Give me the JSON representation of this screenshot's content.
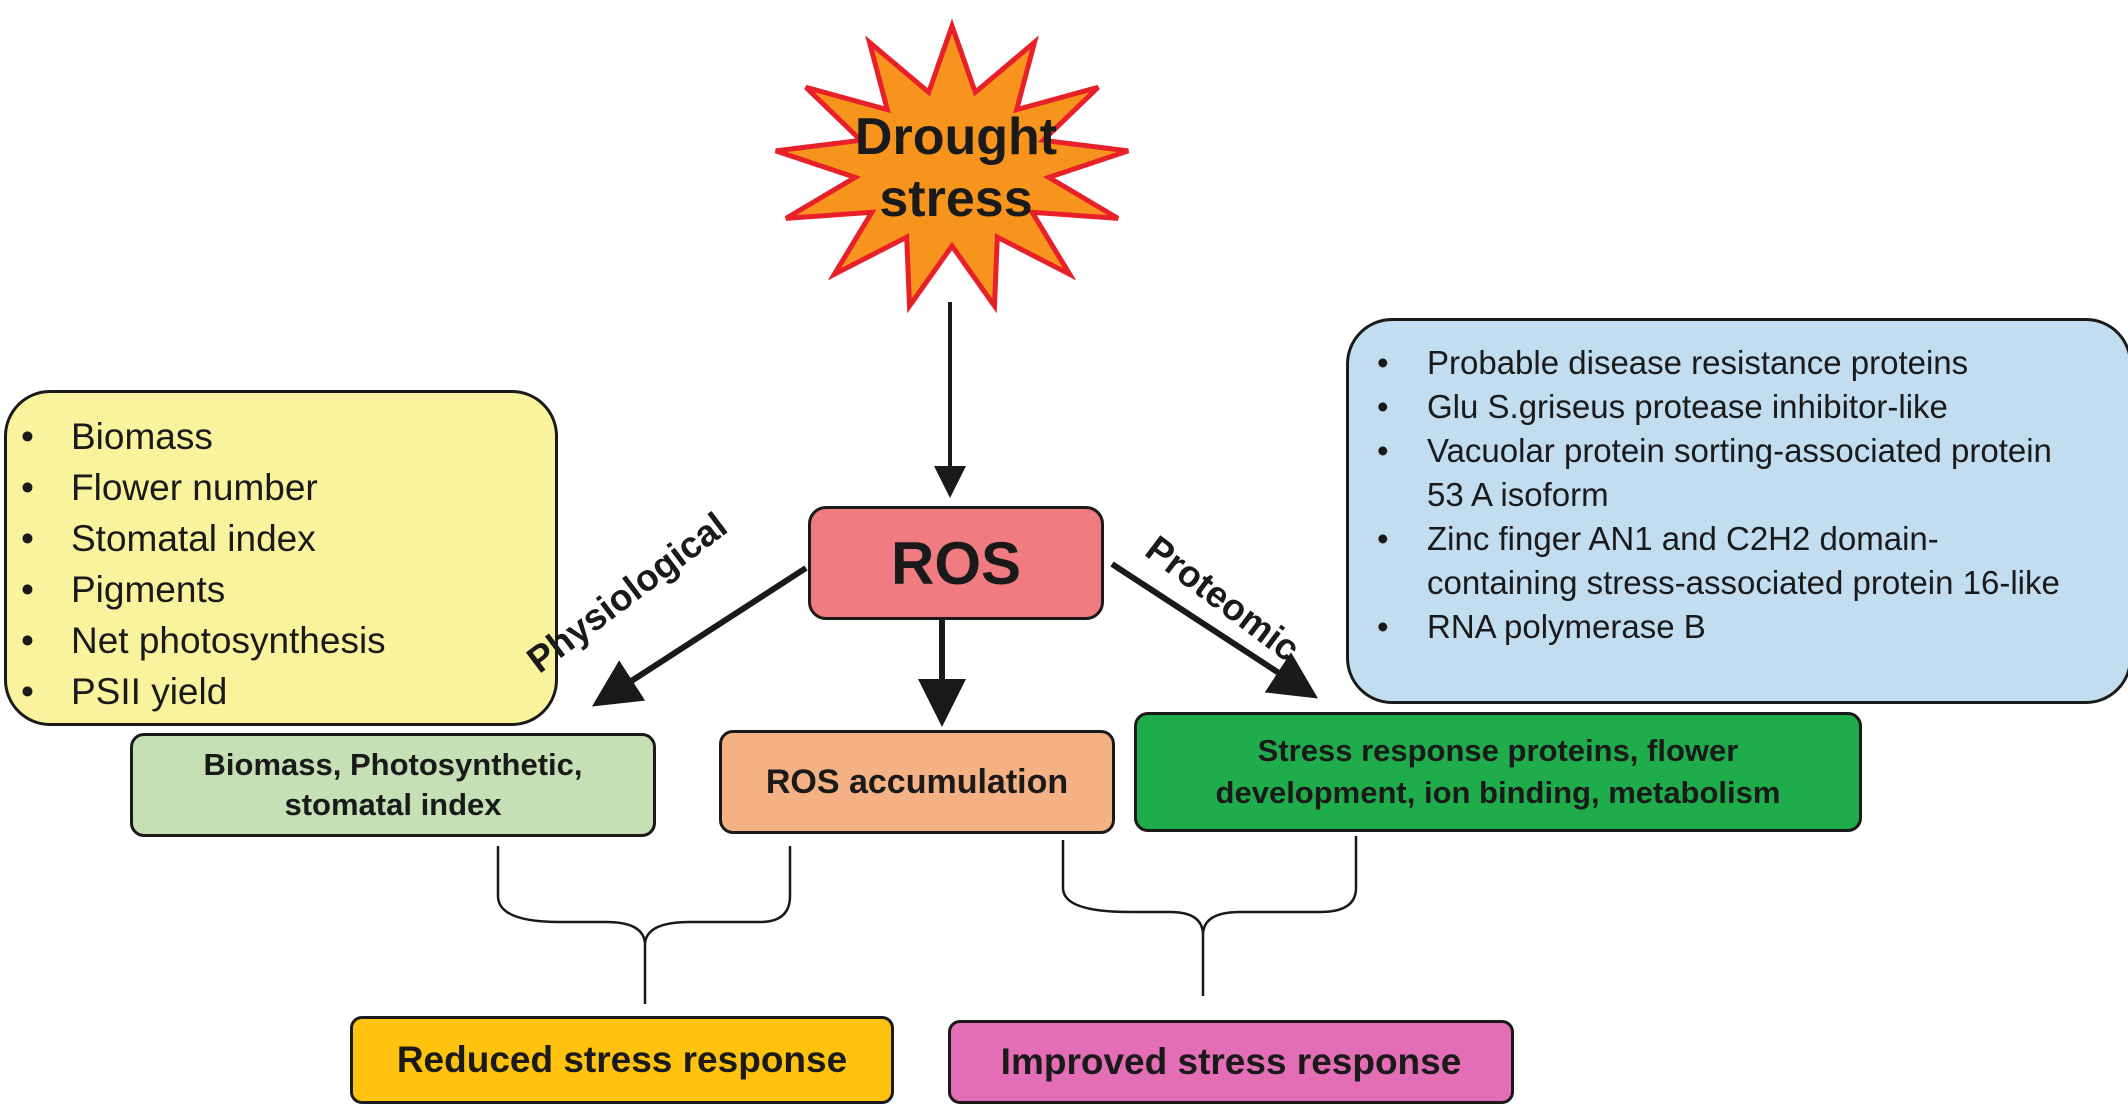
{
  "stressor": {
    "line1": "Drought",
    "line2": "stress",
    "fill": "#f7941d",
    "stroke": "#e8202a"
  },
  "center": {
    "label": "ROS",
    "fill": "#f07b80"
  },
  "branch_labels": {
    "left": "Physiological",
    "right": "Proteomic"
  },
  "physiological_box": {
    "fill": "#f9f39d",
    "items": [
      "Biomass",
      "Flower number",
      "Stomatal index",
      "Pigments",
      "Net photosynthesis",
      "PSII yield"
    ]
  },
  "proteomic_box": {
    "fill": "#c2dcf0",
    "items": [
      "Probable disease resistance proteins",
      "Glu S.griseus protease inhibitor-like",
      "Vacuolar protein sorting-associated protein 53 A isoform",
      "Zinc finger AN1 and C2H2 domain-containing stress-associated protein 16-like",
      "RNA polymerase B"
    ]
  },
  "outcomes": {
    "physiological": {
      "line1": "Biomass, Photosynthetic,",
      "line2": "stomatal index",
      "fill": "#c5e0b5"
    },
    "ros": {
      "label": "ROS accumulation",
      "fill": "#f4b183"
    },
    "proteomic": {
      "line1": "Stress response proteins, flower",
      "line2": "development, ion binding, metabolism",
      "fill": "#1fad4b"
    }
  },
  "results": {
    "reduced": {
      "label": "Reduced stress response",
      "fill": "#ffc20e"
    },
    "improved": {
      "label": "Improved stress response",
      "fill": "#e46eb5"
    }
  }
}
